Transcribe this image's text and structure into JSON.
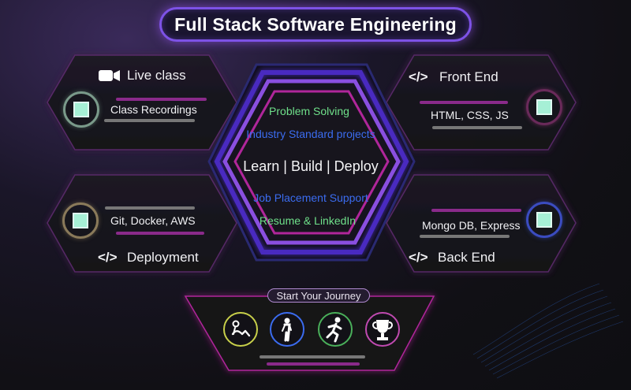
{
  "title": "Full Stack Software Engineering",
  "live_class": {
    "label": "Live class",
    "sub": "Class Recordings",
    "icon": "video-camera-icon"
  },
  "front_end": {
    "label": "Front End",
    "prefix": "</>",
    "sub": "HTML, CSS, JS"
  },
  "deployment": {
    "label": "Deployment",
    "prefix": "</>",
    "sub": "Git, Docker, AWS"
  },
  "back_end": {
    "label": "Back End",
    "prefix": "</>",
    "sub": "Mongo DB, Express"
  },
  "center": {
    "problem_solving": "Problem Solving",
    "industry_projects": "Industry Standard projects",
    "learn_build_deploy": "Learn | Build | Deploy",
    "job_placement": "Job Placement Support",
    "resume": "Resume & LinkedIn"
  },
  "journey": {
    "label": "Start Your Journey",
    "icons": [
      "crawling-baby-icon",
      "standing-figure-icon",
      "running-figure-icon",
      "trophy-icon"
    ]
  },
  "colors": {
    "green": "#6fe08a",
    "blue": "#3b6cf0",
    "purple": "#8a4fe0",
    "magenta": "#b0269a",
    "mint": "#a6f0d6"
  }
}
